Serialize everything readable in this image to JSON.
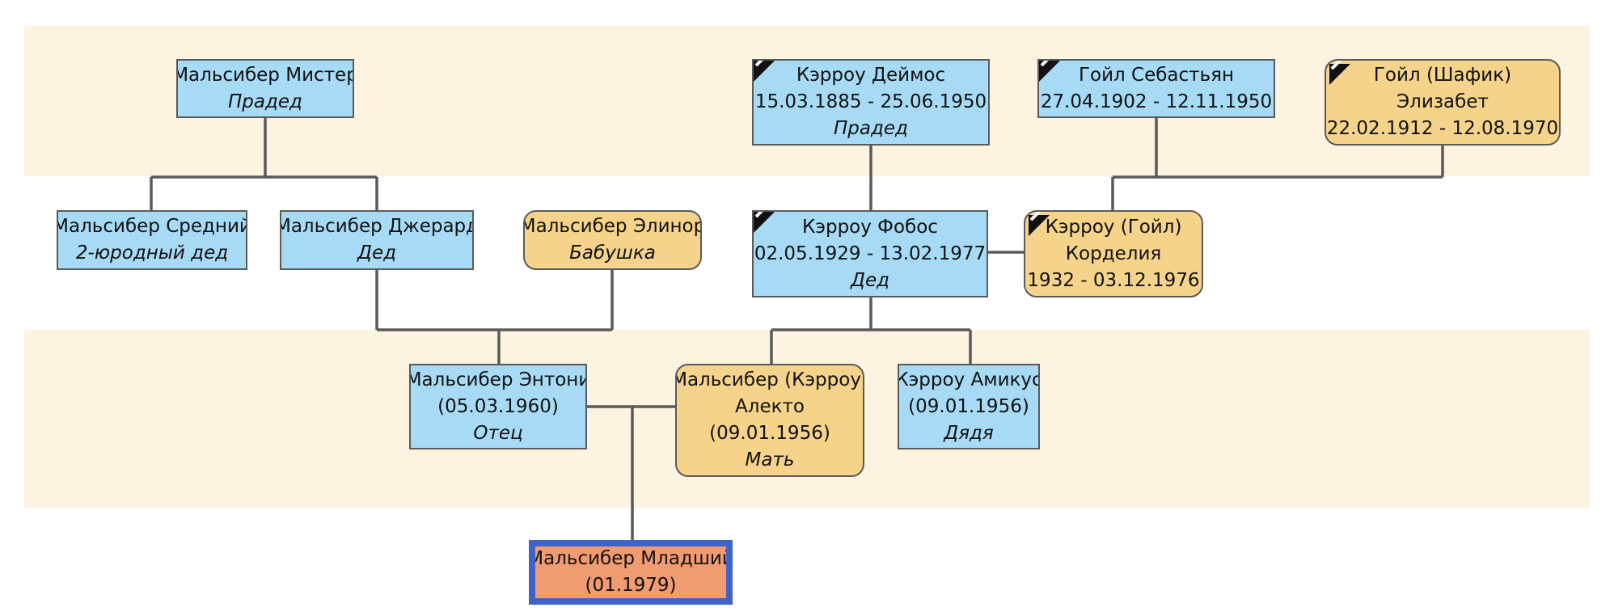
{
  "colors": {
    "male": "#a7daf5",
    "female": "#f5d38b",
    "self": "#f09b70",
    "self_border": "#3f63c7",
    "generation_band": "#fdf3e1",
    "connector": "#5a5a5a"
  },
  "persons": {
    "mister": {
      "line1": "Мальсибер Мистер",
      "role": "Прадед"
    },
    "deimos": {
      "line1": "Кэрроу Деймос",
      "dates": "(15.03.1885 - 25.06.1950)",
      "role": "Прадед"
    },
    "sebastian": {
      "line1": "Гойл Себастьян",
      "dates": "(27.04.1902 - 12.11.1950)"
    },
    "elizabet": {
      "line1": "Гойл (Шафик)",
      "line2": "Элизабет",
      "dates": "(22.02.1912 - 12.08.1970)"
    },
    "sredniy": {
      "line1": "Мальсибер Средний",
      "role": "2-юродный дед"
    },
    "gerard": {
      "line1": "Мальсибер Джерард",
      "role": "Дед"
    },
    "elinor": {
      "line1": "Мальсибер Элинор",
      "role": "Бабушка"
    },
    "fobos": {
      "line1": "Кэрроу Фобос",
      "dates": "(02.05.1929 - 13.02.1977)",
      "role": "Дед"
    },
    "kordelia": {
      "line1": "Кэрроу (Гойл)",
      "line2": "Корделия",
      "dates": "(1932 - 03.12.1976)"
    },
    "antoni": {
      "line1": "Мальсибер Энтони",
      "dates": "(05.03.1960)",
      "role": "Отец"
    },
    "alekto": {
      "line1": "Мальсибер (Кэрроу)",
      "line2": "Алекто",
      "dates": "(09.01.1956)",
      "role": "Мать"
    },
    "amikus": {
      "line1": "Кэрроу Амикус",
      "dates": "(09.01.1956)",
      "role": "Дядя"
    },
    "mladshiy": {
      "line1": "Мальсибер Младший",
      "dates": "(01.1979)"
    }
  }
}
